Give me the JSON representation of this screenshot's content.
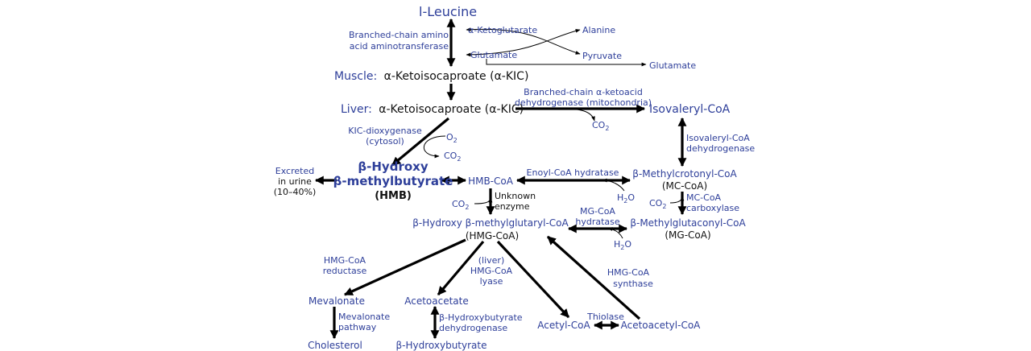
{
  "nodes": {
    "leucine": "l-Leucine",
    "muscle_prefix": "Muscle:",
    "muscle_kic": "α-Ketoisocaproate (α-KIC)",
    "liver_prefix": "Liver:",
    "liver_kic": "α-Ketoisocaproate (α-KIC)",
    "isovaleryl_coa": "Isovaleryl-CoA",
    "hmb_line1": "β-Hydroxy",
    "hmb_line2": "β-methylbutyrate",
    "hmb_abbr": "(HMB)",
    "hmb_coa": "HMB-CoA",
    "mc_coa": "β-Methylcrotonyl-CoA",
    "mc_coa_abbr": "(MC-CoA)",
    "mg_coa": "β-Methylglutaconyl-CoA",
    "mg_coa_abbr": "(MG-CoA)",
    "hmg_coa": "β-Hydroxy β-methylglutaryl-CoA",
    "hmg_coa_abbr": "(HMG-CoA)",
    "mevalonate": "Mevalonate",
    "cholesterol": "Cholesterol",
    "acetoacetate": "Acetoacetate",
    "b_hydroxybutyrate": "β-Hydroxybutyrate",
    "acetyl_coa": "Acetyl-CoA",
    "acetoacetyl_coa": "Acetoacetyl-CoA",
    "excreted_line1": "Excreted",
    "excreted_line2": "in urine",
    "excreted_line3": "(10–40%)"
  },
  "cofactors": {
    "a_ketoglutarate": "α-Ketoglutarate",
    "alanine": "Alanine",
    "glutamate_left": "Glutamate",
    "pyruvate": "Pyruvate",
    "glutamate_right": "Glutamate",
    "co2_bckdh": "CO",
    "o2": "O",
    "co2_kic": "CO",
    "h2o_enoyl": "H",
    "co2_mc": "CO",
    "h2o_mg": "H",
    "co2_unknown": "CO",
    "sub2": "2",
    "o_suffix": "O"
  },
  "enzymes": {
    "bcat_line1": "Branched-chain amino",
    "bcat_line2": "acid aminotransferase",
    "bckdh_line1": "Branched-chain α-ketoacid",
    "bckdh_line2": "dehydrogenase (mitochondria)",
    "kic_diox_line1": "KIC-dioxygenase",
    "kic_diox_line2": "(cytosol)",
    "ivd_line1": "Isovaleryl-CoA",
    "ivd_line2": "dehydrogenase",
    "enoyl": "Enoyl-CoA hydratase",
    "mcc_line1": "MC-CoA",
    "mcc_line2": "carboxylase",
    "unknown_line1": "Unknown",
    "unknown_line2": "enzyme",
    "mg_hyd_line1": "MG-CoA",
    "mg_hyd_line2": "hydratase",
    "hmgcr_line1": "HMG-CoA",
    "hmgcr_line2": "reductase",
    "lyase_line1": "(liver)",
    "lyase_line2": "HMG-CoA",
    "lyase_line3": "lyase",
    "hmgcs_line1": "HMG-CoA",
    "hmgcs_line2": "synthase",
    "mev_path_line1": "Mevalonate",
    "mev_path_line2": "pathway",
    "bhbdh_line1": "β-Hydroxybutyrate",
    "bhbdh_line2": "dehydrogenase",
    "thiolase": "Thiolase"
  }
}
